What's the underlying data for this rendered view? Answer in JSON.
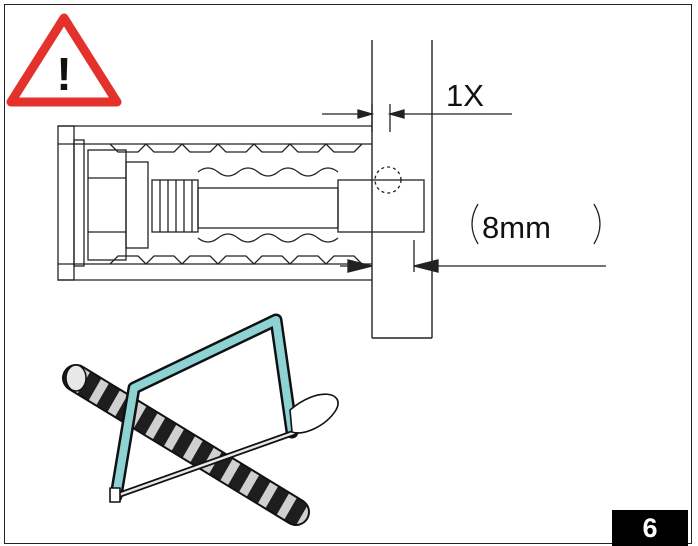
{
  "figure": {
    "step_number": "6",
    "warning_symbol": "!",
    "measure_count_label": "1X",
    "offset_label": "8mm",
    "icons": {
      "warning": "warning-triangle-icon",
      "tool": "hacksaw-icon"
    },
    "colors": {
      "warning_red": "#e5312b",
      "saw_frame": "#8ed3d3",
      "ink": "#111111",
      "badge": "#000000"
    }
  }
}
